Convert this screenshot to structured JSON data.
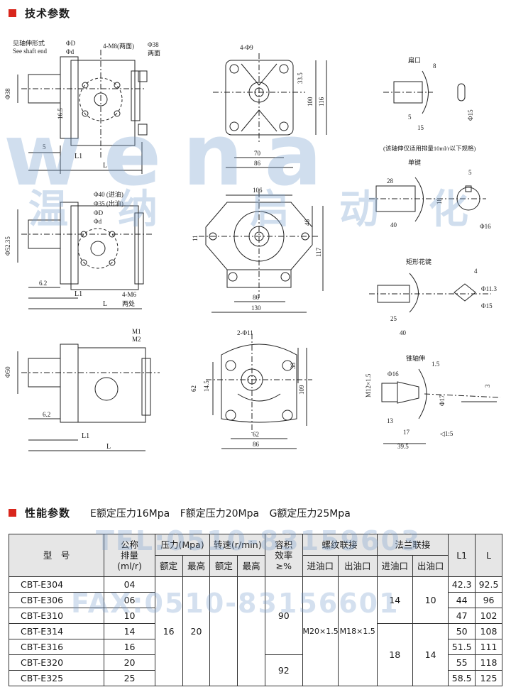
{
  "section1": {
    "title": "技术参数"
  },
  "section2": {
    "title": "性能参数",
    "ratings": [
      "E额定压力16Mpa",
      "F额定压力20Mpa",
      "G额定压力25Mpa"
    ]
  },
  "watermark": {
    "brand": "wena",
    "cn": [
      "温",
      "纳",
      "启",
      "动",
      "化"
    ],
    "tel": "TEL:0510-83159603",
    "fax": "FAX:0510-83156601"
  },
  "drawing": {
    "view1": {
      "shaft_note_cn": "见轴伸形式",
      "shaft_note_en": "See shaft end",
      "phiD": "ΦD",
      "phid": "Φd",
      "m8": "4-M8(两面)",
      "phi38": "Φ38",
      "phi38b": "两面",
      "dim_phi38": "Φ38",
      "dim165": "16.5",
      "dim5": "5",
      "L1": "L1",
      "L": "L"
    },
    "view2": {
      "phi9": "4-Φ9",
      "d335": "33.5",
      "d100": "100",
      "d116": "116",
      "d70": "70",
      "d86": "86"
    },
    "flat_key": {
      "title": "扁口",
      "d8": "8",
      "d5": "5",
      "d15": "15",
      "phi15": "Φ15",
      "note": "(该轴伸仅适用排量10ml/r以下规格)"
    },
    "view3": {
      "phi40": "Φ40 (进油)",
      "phi35": "Φ35 (出油)",
      "phiD": "ΦD",
      "phid": "Φd",
      "phi52": "Φ52.35",
      "d62": "6.2",
      "m6": "4-M6",
      "m6b": "两处",
      "L1": "L1",
      "L": "L"
    },
    "view4": {
      "d106": "106",
      "d11": "11",
      "d46": "46",
      "d117": "117",
      "d86": "86",
      "d130": "130"
    },
    "single_key": {
      "title": "单键",
      "d28": "28",
      "d5": "5",
      "d18": "18",
      "d40": "40",
      "phi16": "Φ16"
    },
    "spline": {
      "title": "矩形花键",
      "d4": "4",
      "d25": "25",
      "d40": "40",
      "phi113": "Φ11.3",
      "phi15": "Φ15"
    },
    "view5": {
      "m1": "M1",
      "m2": "M2",
      "phi50": "Φ50",
      "d62": "6.2",
      "L1": "L1",
      "L": "L"
    },
    "view6": {
      "phi11": "2-Φ11",
      "d38": "38",
      "d62": "62",
      "d145": "14.5",
      "d109": "109",
      "d62b": "62",
      "d86": "86"
    },
    "taper": {
      "title": "锥轴伸",
      "m12": "M12×1.5",
      "phi16": "Φ16",
      "phi17": "Φ17",
      "d13": "13",
      "d17": "17",
      "d395": "39.5",
      "d15": "1.5",
      "d3": "3",
      "ratio": "◁1:5"
    }
  },
  "table": {
    "headers": {
      "model": "型　号",
      "disp": "公称\n排量\n(ml/r)",
      "pressure": "压力(Mpa)",
      "speed": "转速(r/min)",
      "eff": "容积\n效率\n≥%",
      "thread": "螺纹联接",
      "flange": "法兰联接",
      "L1": "L1",
      "L": "L",
      "rated": "额定",
      "max": "最高",
      "inlet": "进油口",
      "outlet": "出油口"
    },
    "rows": [
      {
        "model": "CBT-E304",
        "disp": "04",
        "L1": "42.3",
        "L": "92.5"
      },
      {
        "model": "CBT-E306",
        "disp": "06",
        "L1": "44",
        "L": "96"
      },
      {
        "model": "CBT-E310",
        "disp": "10",
        "L1": "47",
        "L": "102"
      },
      {
        "model": "CBT-E314",
        "disp": "14",
        "L1": "50",
        "L": "108"
      },
      {
        "model": "CBT-E316",
        "disp": "16",
        "L1": "51.5",
        "L": "111"
      },
      {
        "model": "CBT-E320",
        "disp": "20",
        "L1": "55",
        "L": "118"
      },
      {
        "model": "CBT-E325",
        "disp": "25",
        "L1": "58.5",
        "L": "125"
      }
    ],
    "merged": {
      "p_rated": "16",
      "p_max": "20",
      "s_rated": "",
      "s_max": "",
      "eff_a": "90",
      "eff_b": "92",
      "thread_in": "M20×1.5",
      "thread_out": "M18×1.5",
      "flange_in_a": "14",
      "flange_out_a": "10",
      "flange_in_b": "18",
      "flange_out_b": "14"
    }
  }
}
